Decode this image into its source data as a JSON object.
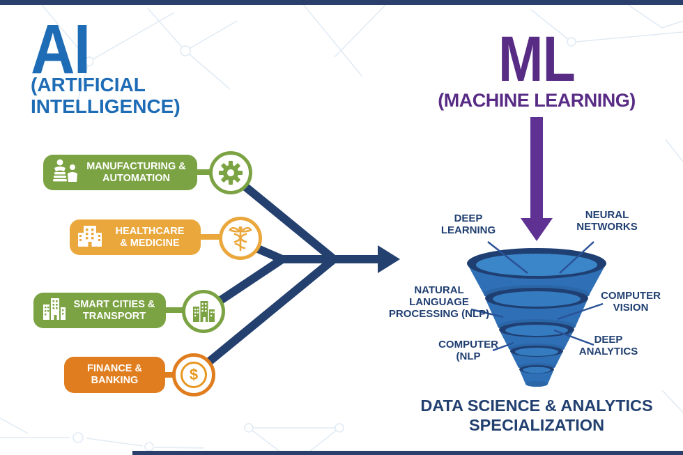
{
  "ai": {
    "title": "AI",
    "sub1": "(ARTIFICIAL",
    "sub2": "INTELLIGENCE)",
    "color": "#1e6cb5"
  },
  "ml": {
    "title": "ML",
    "sub": "(MACHINE LEARNING)",
    "color": "#582c85",
    "arrow_color": "#5e3192"
  },
  "sectors": [
    {
      "line1": "MANUFACTURING &",
      "line2": "AUTOMATION",
      "color": "#7ca343",
      "icon": "factory-workers-icon",
      "badge": "gear-icon"
    },
    {
      "line1": "HEALTHCARE",
      "line2": "& MEDICINE",
      "color": "#eaa73c",
      "icon": "hospital-icon",
      "badge": "caduceus-icon"
    },
    {
      "line1": "SMART CITIES &",
      "line2": "TRANSPORT",
      "color": "#7ca343",
      "icon": "buildings-icon",
      "badge": "city-icon"
    },
    {
      "line1": "FINANCE &",
      "line2": "BANKING",
      "color": "#e07d1e",
      "icon": null,
      "badge": "dollar-coin-icon",
      "badge_glyph": "$"
    }
  ],
  "funnel_labels": {
    "deep_learning": [
      "DEEP",
      "LEARNING"
    ],
    "neural_networks": [
      "NEURAL",
      "NETWORKS"
    ],
    "nlp": [
      "NATURAL",
      "LANGUAGE",
      "PROCESSING (NLP)"
    ],
    "computer_vision": [
      "COMPUTER",
      "VISION"
    ],
    "computer_nlp": [
      "COMPUTER",
      "(NLP"
    ],
    "deep_analytics": [
      "DEEP",
      "ANALYTICS"
    ]
  },
  "caption": [
    "DATA SCIENCE & ANALYTICS",
    "SPECIALIZATION"
  ],
  "colors": {
    "navy": "#24406f",
    "funnel_rim": "#1f3f72",
    "funnel_body": "#2e6fb5",
    "funnel_inner": "#3b85c9",
    "accent_bar": "#2b3f6d"
  }
}
